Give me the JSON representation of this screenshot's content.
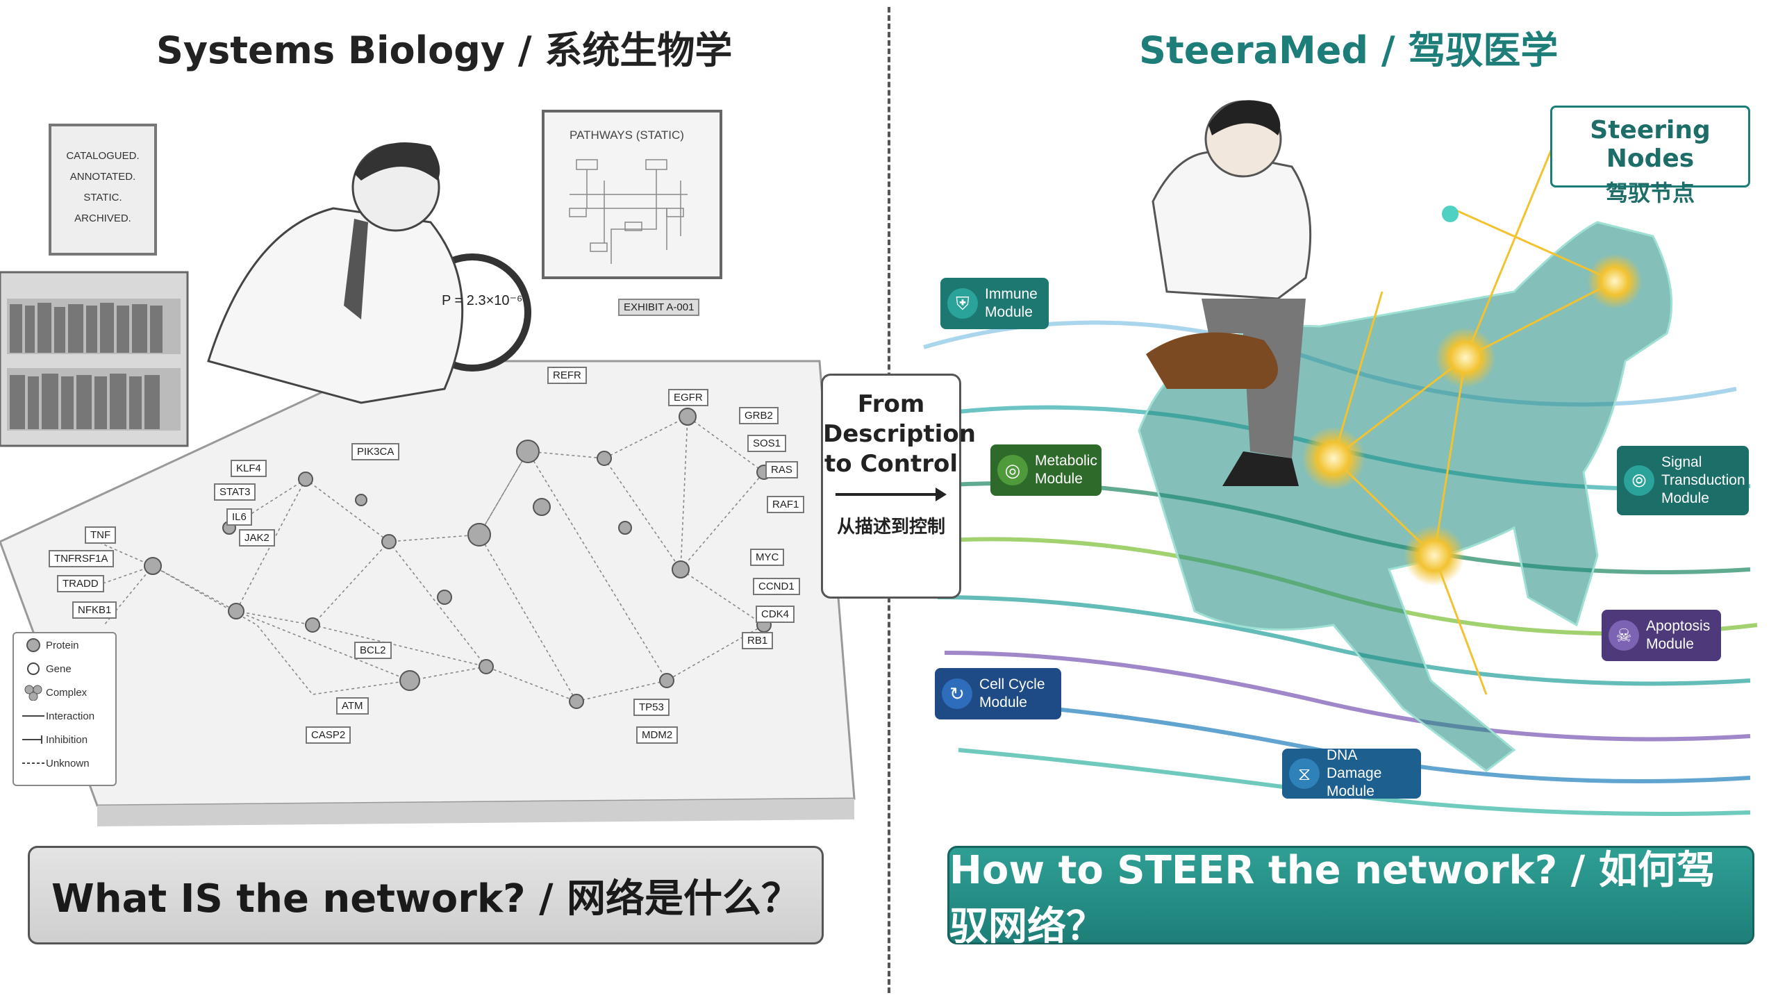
{
  "left": {
    "title": "Systems Biology / 系统生物学",
    "sign_lines": [
      "CATALOGUED.",
      "ANNOTATED.",
      "STATIC.",
      "ARCHIVED."
    ],
    "poster_title": "PATHWAYS (STATIC)",
    "exhibit": "EXHIBIT A-001",
    "pvalue": "P = 2.3×10⁻⁶",
    "genes": [
      "REFR",
      "EGFR",
      "GRB2",
      "SOS1",
      "RAS",
      "RAF1",
      "MYC",
      "CCND1",
      "CDK4",
      "RB1",
      "PIK3CA",
      "KLF4",
      "STAT3",
      "IL6",
      "JAK2",
      "TNF",
      "TNFRSF1A",
      "TRADD",
      "NFKB1",
      "BCL2",
      "ATM",
      "CASP2",
      "TP53",
      "MDM2"
    ],
    "legend": [
      "Protein",
      "Gene",
      "Complex",
      "Interaction",
      "Inhibition",
      "Unknown"
    ],
    "question": "What IS the network? / 网络是什么？"
  },
  "center": {
    "text": "From Description to Control",
    "cn": "从描述到控制"
  },
  "right": {
    "title": "SteeraMed / 驾驭医学",
    "steer_en": "Steering Nodes",
    "steer_cn": "驾驭节点",
    "modules": {
      "immune": "Immune Module",
      "metabolic": "Metabolic Module",
      "signal": "Signal Transduction Module",
      "apoptosis": "Apoptosis Module",
      "cellcycle": "Cell Cycle Module",
      "dna": "DNA Damage Module"
    },
    "question": "How to STEER the network? / 如何驾驭网络？"
  },
  "colors": {
    "teal": "#1d7d78",
    "gold": "#f2c230",
    "green": "#2e7d32",
    "purple": "#5e3f8c",
    "blue": "#1e4f8c"
  }
}
